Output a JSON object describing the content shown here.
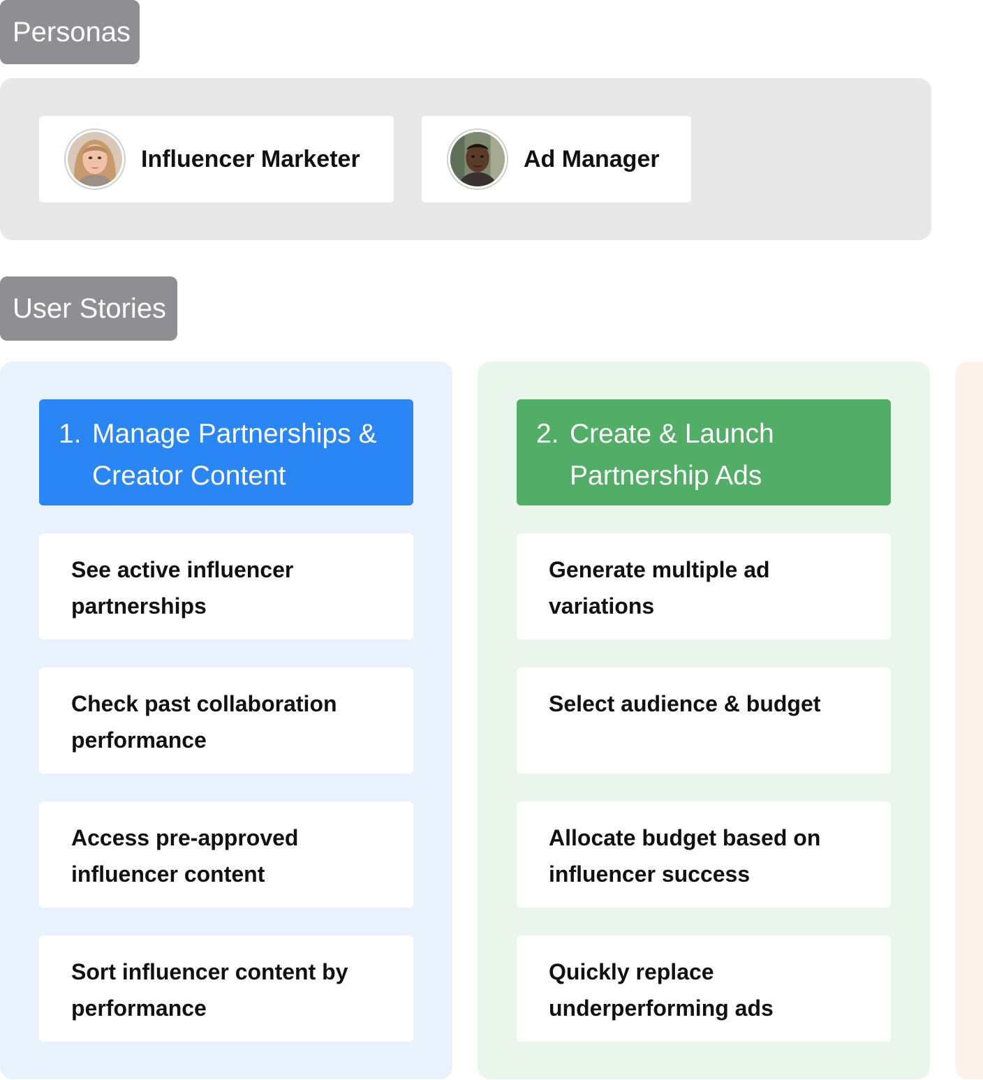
{
  "sections": {
    "personas_label": "Personas",
    "stories_label": "User Stories"
  },
  "personas": [
    {
      "name": "Influencer Marketer",
      "avatar_icon": "woman-avatar-icon"
    },
    {
      "name": "Ad Manager",
      "avatar_icon": "man-avatar-icon"
    }
  ],
  "columns": [
    {
      "number": "1.",
      "title": "Manage Partnerships & Creator Content",
      "color": "#2a85f5",
      "background": "#e8f2fc",
      "stories": [
        "See active influencer partnerships",
        "Check past collaboration performance",
        "Access pre-approved influencer content",
        "Sort influencer content by performance"
      ]
    },
    {
      "number": "2.",
      "title": "Create & Launch Partnership Ads",
      "color": "#52ae66",
      "background": "#eaf5ec",
      "stories": [
        "Generate multiple ad variations",
        "Select audience & budget",
        "Allocate budget based on influencer success",
        "Quickly replace underperforming ads"
      ]
    }
  ]
}
